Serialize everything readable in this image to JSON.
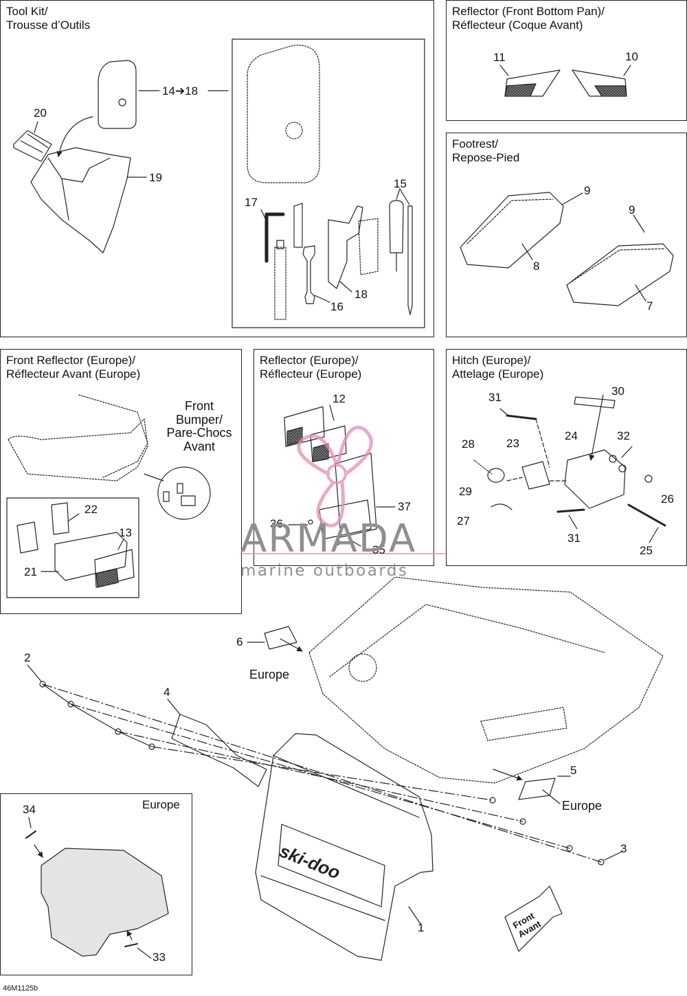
{
  "panels": {
    "tool_kit": {
      "title1": "Tool Kit/",
      "title2": "Trousse d’Outils"
    },
    "reflector_front_bottom": {
      "title1": "Reflector (Front Bottom Pan)/",
      "title2": "Réflecteur (Coque Avant)"
    },
    "footrest": {
      "title1": "Footrest/",
      "title2": "Repose-Pied"
    },
    "front_reflector_europe": {
      "title1": "Front Reflector (Europe)/",
      "title2": "Réflecteur Avant (Europe)"
    },
    "reflector_europe": {
      "title1": "Reflector (Europe)/",
      "title2": "Réflecteur (Europe)"
    },
    "hitch_europe": {
      "title1": "Hitch (Europe)/",
      "title2": "Attelage (Europe)"
    },
    "europe_inset": {
      "title": "Europe"
    }
  },
  "callouts": {
    "c1": "1",
    "c2": "2",
    "c3": "3",
    "c4": "4",
    "c5": "5",
    "c6": "6",
    "c7": "7",
    "c8": "8",
    "c9a": "9",
    "c9b": "9",
    "c10": "10",
    "c11": "11",
    "c12": "12",
    "c13": "13",
    "c14_18": "14➔18",
    "c15": "15",
    "c16": "16",
    "c17": "17",
    "c18": "18",
    "c19": "19",
    "c20": "20",
    "c21": "21",
    "c22": "22",
    "c23": "23",
    "c24": "24",
    "c25": "25",
    "c26": "26",
    "c27": "27",
    "c28": "28",
    "c29": "29",
    "c30": "30",
    "c31a": "31",
    "c31b": "31",
    "c32": "32",
    "c33": "33",
    "c34": "34",
    "c35": "35",
    "c36": "36",
    "c37": "37"
  },
  "labels": {
    "front_bumper": [
      "Front",
      "Bumper/",
      "Pare-Chocs",
      "Avant"
    ],
    "europe_6": "Europe",
    "europe_5": "Europe",
    "front_arrow": [
      "Front",
      "Avant"
    ],
    "ski_doo_logo": "ski-doo"
  },
  "watermark": {
    "brand": "ARMADA",
    "tagline": "marine outboards",
    "color": "#e58cb8"
  },
  "figure_id": "46M1125b"
}
